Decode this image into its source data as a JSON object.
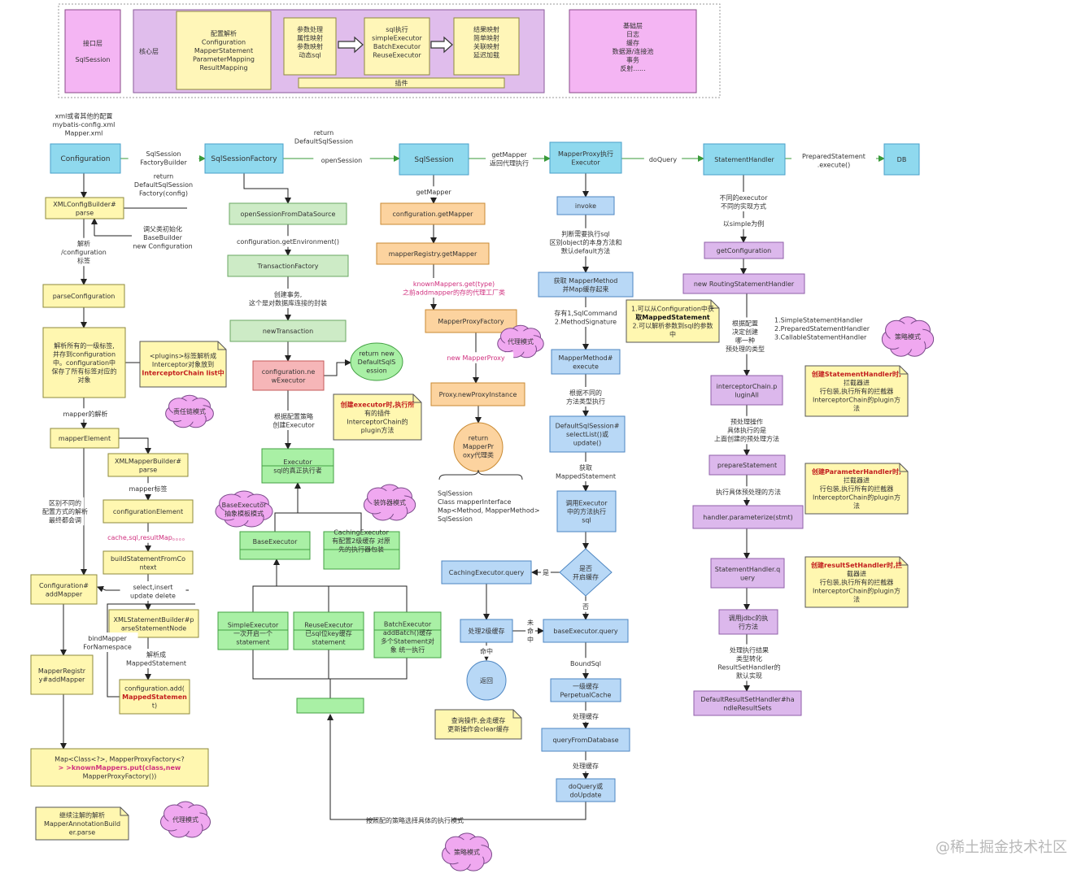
{
  "watermark": "@稀土掘金技术社区",
  "layers": {
    "interface": [
      "接口层",
      "SqlSession"
    ],
    "core": "核心层",
    "config": [
      "配置解析",
      "Configuration",
      "MapperStatement",
      "ParameterMapping",
      "ResultMapping"
    ],
    "param": [
      "参数处理",
      "",
      "属性映射",
      "参数映射",
      "动态sql"
    ],
    "sql": [
      "sql执行",
      "",
      "simpleExecutor",
      "BatchExecutor",
      "ReuseExecutor"
    ],
    "result": [
      "结果映射",
      "",
      "简单映射",
      "关联映射",
      "延迟加载"
    ],
    "plugin": "插件",
    "base": [
      "基础层",
      "",
      "日志",
      "缓存",
      "数据源/连接池",
      "事务",
      "反射......"
    ]
  },
  "col1": {
    "source": [
      "xml或者其他的配置",
      "mybatis-config.xml",
      "Mapper.xml"
    ],
    "configuration": "Configuration",
    "ssfb": [
      "SqlSession",
      "FactoryBuilder"
    ],
    "return_factory": [
      "return",
      "DefaultSqlSession",
      "Factory(config)"
    ],
    "xmlconfig": [
      "XMLConfigBuilder#",
      "parse"
    ],
    "base_builder": [
      "调父类初始化",
      "BaseBuilder",
      "new Configuration"
    ],
    "parse_label": [
      "解析",
      "/configuration",
      "标签"
    ],
    "parse_configuration": "parseConfiguration",
    "parse_all": [
      "解析所有的一级标签,",
      "并存到configuration",
      "中。configuration中",
      "保存了所有标签对应的",
      "对象"
    ],
    "plugins_note": [
      "<plugins>标签解析成",
      "Interceptor对象放到",
      "InterceptorChain list中"
    ],
    "chain_cloud": "责任链模式",
    "mapper_parse": "mapper的解析",
    "mapper_element": "mapperElement",
    "xmlmapper": [
      "XMLMapperBuilder#",
      "parse"
    ],
    "mapper_tag": "mapper标签",
    "config_element": "configurationElement",
    "cache_tags": "cache,sql,resultMap。。。。",
    "build_stmt": [
      "buildStatementFromCo",
      "ntext"
    ],
    "diff_config": [
      "区别不同的",
      "配置方式的解析",
      "最终都会调"
    ],
    "select_insert": [
      "select,insert",
      "update delete"
    ],
    "config_addmapper": [
      "Configuration#",
      "addMapper"
    ],
    "xmlstmt": [
      "XMLStatementBuilder#p",
      "arseStatementNode"
    ],
    "bind_mapper": [
      "bindMapper",
      "ForNamespace"
    ],
    "parse_to": [
      "解析成",
      "MappedStatement"
    ],
    "registry_add": [
      "MapperRegistr",
      "y#addMapper"
    ],
    "config_add": [
      "configuration.add(",
      "MappedStatemen",
      "t)"
    ],
    "map_note": [
      "Map<Class<?>, MapperProxyFactory<?",
      "> >knownMappers.put(class,new",
      "MapperProxyFactory())"
    ],
    "annotation_note": [
      "继续注解的解析",
      "MapperAnnotationBuild",
      "er.parse"
    ],
    "proxy_cloud": "代理模式"
  },
  "col2": {
    "factory": "SqlSessionFactory",
    "return_session": [
      "return",
      "DefaultSqlSession"
    ],
    "open_session": "openSession",
    "open_from_ds": "openSessionFromDataSource",
    "get_env": "configuration.getEnvironment()",
    "tx_factory": "TransactionFactory",
    "create_tx": [
      "创建事务,",
      "这个是对数据库连接的封装"
    ],
    "new_tx": "newTransaction",
    "new_executor": [
      "configuration.ne",
      "wExecutor"
    ],
    "return_default": [
      "return new",
      "DefaultSqlS",
      "ession"
    ],
    "executor_note": [
      "创建executor时,执行所",
      "有的插件",
      "InterceptorChain的",
      "plugin方法"
    ],
    "by_config": [
      "根据配置策略",
      "创建Executor"
    ],
    "executor": [
      "Executor",
      "sql的真正执行者"
    ],
    "template_cloud": [
      "BaseExecutor",
      "抽象模板模式"
    ],
    "decorator_cloud": "装饰器模式",
    "base_executor": "BaseExecutor",
    "caching_executor": [
      "CachingExecutor",
      "有配置2级缓存 对原",
      "先的执行器包装"
    ],
    "simple": [
      "SimpleExecutor",
      "一次开启一个",
      "statement"
    ],
    "reuse": [
      "ReuseExecutor",
      "已sql位key缓存",
      "statement"
    ],
    "batch": [
      "BatchExecutor",
      "addBatch()缓存",
      "多个Statement对",
      "象 统一执行"
    ],
    "strategy_label": "按照配的策略选择具体的执行模式",
    "strategy_cloud": "策略模式"
  },
  "col3": {
    "sqlsession": "SqlSession",
    "get_mapper_label": "getMapper",
    "config_getmapper": "configuration.getMapper",
    "registry_getmapper": "mapperRegistry.getMapper",
    "known_mappers": [
      "knownMappers.get(type)",
      "之前addmapper的存的代理工厂类"
    ],
    "proxy_factory": "MapperProxyFactory",
    "proxy_cloud": "代理模式",
    "new_proxy": "new MapperProxy",
    "proxy_instance": "Proxy.newProxyInstance",
    "return_proxy": [
      "return",
      "MapperPr",
      "oxy代理类"
    ],
    "class_info": [
      "SqlSession",
      "Class mapperInterface",
      "Map<Method, MapperMethod>",
      "SqlSession"
    ],
    "get_mapper_return": [
      "getMapper",
      "返回代理执行"
    ]
  },
  "col4": {
    "proxy_executor": [
      "MapperProxy执行",
      "Executor"
    ],
    "invoke": "invoke",
    "judge": [
      "判断需要执行sql",
      "区别object的本身方法和",
      "默认default方法"
    ],
    "get_method": [
      "获取 MapperMethod",
      "并Map缓存起来"
    ],
    "store": [
      "存有1,SqlCommand",
      "2.MethodSignature"
    ],
    "note": [
      "1.可以从Configuration中获",
      "取MappedStatement",
      "2.可以解析参数到sql的参数",
      "中"
    ],
    "method_execute": [
      "MapperMethod#",
      "execute"
    ],
    "by_type": [
      "根据不同的",
      "方法类型执行"
    ],
    "default_select": [
      "DefaultSqlSession#",
      "selectList()或",
      "update()"
    ],
    "get_ms": [
      "获取",
      "MappedStatement"
    ],
    "call_executor": [
      "调用Executor",
      "中的方法执行",
      "sql"
    ],
    "cache_decision": [
      "是否",
      "开启缓存"
    ],
    "yes": "是",
    "no": "否",
    "caching_query": "CachingExecutor.query",
    "l2_handle": "处理2级缓存",
    "miss": [
      "未",
      "命",
      "中"
    ],
    "hit": "命中",
    "return": "返回",
    "base_query": "baseExecutor.query",
    "query_note": [
      "查询操作,会走缓存",
      "更新操作会clear缓存"
    ],
    "boundsql": "BoundSql",
    "l1_cache": [
      "一级缓存",
      "PerpetualCache"
    ],
    "handle_cache1": "处理缓存",
    "query_db": "queryFromDatabase",
    "handle_cache2": "处理缓存",
    "do_query": [
      "doQuery或",
      "doUpdate"
    ],
    "do_query_label": "doQuery"
  },
  "col5": {
    "statement_handler": "StatementHandler",
    "prepared_execute": [
      "PreparedStatement",
      ".execute()"
    ],
    "db": "DB",
    "diff_executor": [
      "不同的executor",
      "不同的实现方式"
    ],
    "simple_example": "以simple为例",
    "get_configuration": "getConfiguration",
    "new_routing": "new RoutingStatementHandler",
    "handler_types": [
      "1.SimpleStatementHandler",
      "2.PreparedStatementHandler",
      "3.CallableStatementHandler"
    ],
    "by_config": [
      "根据配置",
      "决定创建",
      "哪一种",
      "预处理的类型"
    ],
    "strategy_cloud": "策略模式",
    "interceptor_chain": [
      "interceptorChain.p",
      "luginAll"
    ],
    "note1": [
      "创建StatementHandler时,",
      "拦截器进",
      "行包装,执行所有的拦截器",
      "InterceptorChain的plugin方",
      "法"
    ],
    "preprocess": [
      "预处理操作",
      "具体执行的是",
      "上面创建的预处理方法"
    ],
    "prepare_statement": "prepareStatement",
    "exec_preprocess": "执行具体预处理的方法",
    "parameterize": "handler.parameterize(stmt)",
    "note2": [
      "创建ParameterHandler时,",
      "拦截器进",
      "行包装,执行所有的拦截器",
      "InterceptorChain的plugin方",
      "法"
    ],
    "sh_query": [
      "StatementHandler.q",
      "uery"
    ],
    "note3": [
      "创建resultSetHandler时,拦",
      "截器进",
      "行包装,执行所有的拦截器",
      "InterceptorChain的plugin方",
      "法"
    ],
    "jdbc": [
      "调用jdbc的执",
      "行方法"
    ],
    "result_handle": [
      "处理执行结果",
      "类型转化",
      "ResultSetHandler的",
      "默认实现"
    ],
    "default_result": [
      "DefaultResultSetHandler#ha",
      "ndleResultSets"
    ]
  }
}
